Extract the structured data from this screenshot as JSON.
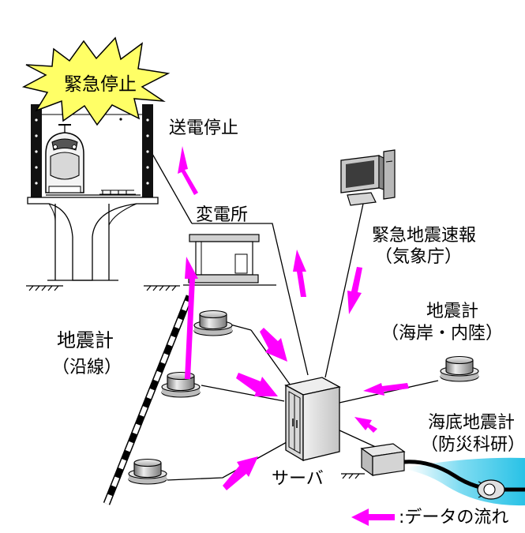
{
  "emergency_stop": "緊急停止",
  "power_stop": "送電停止",
  "substation": "変電所",
  "eew": {
    "title": "緊急地震速報",
    "org": "（気象庁）"
  },
  "coastal_seismometer": {
    "title": "地震計",
    "sub": "（海岸・内陸）"
  },
  "trackside_seismometer": {
    "title": "地震計",
    "sub": "（沿線）"
  },
  "seafloor_seismometer": {
    "title": "海底地震計",
    "sub": "（防災科研）"
  },
  "server": "サーバ",
  "legend": ":データの流れ",
  "colors": {
    "arrow": "#ff00ff",
    "burst": "#ffff66",
    "sea": "#33ccee"
  }
}
